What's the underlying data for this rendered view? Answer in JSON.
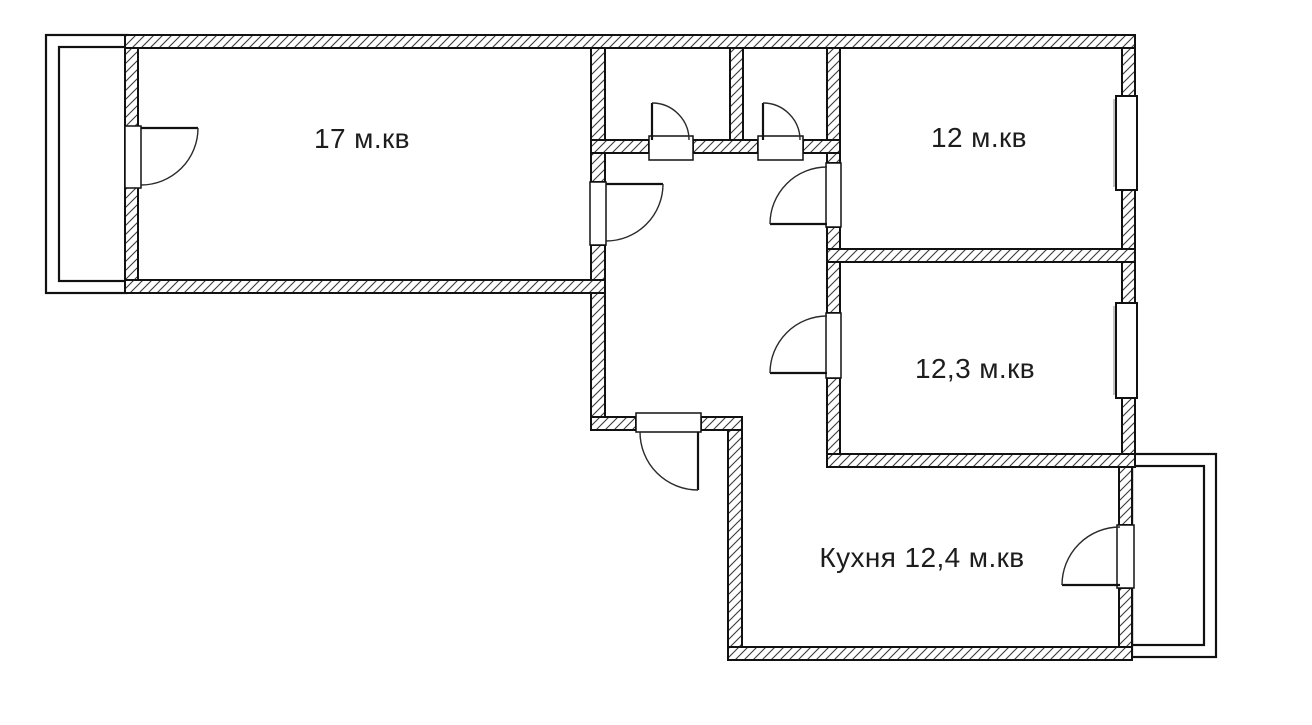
{
  "rooms": [
    {
      "id": "room-17",
      "label": "17 м.кв"
    },
    {
      "id": "room-12",
      "label": "12 м.кв"
    },
    {
      "id": "room-12-3",
      "label": "12,3 м.кв"
    },
    {
      "id": "kitchen",
      "label": "Кухня 12,4 м.кв"
    }
  ],
  "colors": {
    "background": "#ffffff",
    "wall_outline": "#111111",
    "hatch": "#3a3a3a",
    "text": "#1d1d1d"
  }
}
